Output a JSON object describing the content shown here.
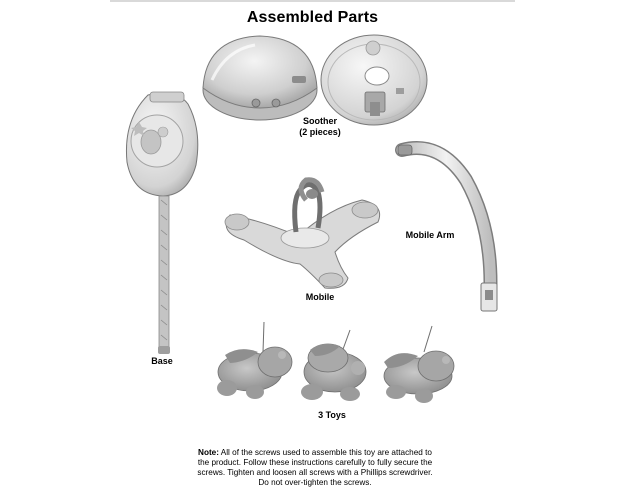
{
  "title": "Assembled Parts",
  "labels": {
    "soother_line1": "Soother",
    "soother_line2": "(2 pieces)",
    "mobile_arm": "Mobile Arm",
    "mobile": "Mobile",
    "base": "Base",
    "toys": "3 Toys"
  },
  "note": {
    "lead": "Note:",
    "line1": " All of the screws used to assemble this toy are attached to",
    "line2": "the product. Follow these instructions carefully to fully secure the",
    "line3": "screws. Tighten and loosen all screws with a Phillips screwdriver.",
    "line4": "Do not over-tighten the screws."
  },
  "colors": {
    "part_fill": "#d6d6d6",
    "part_light": "#eeeeee",
    "part_dark": "#8a8a8a",
    "outline": "#6e6e6e"
  }
}
